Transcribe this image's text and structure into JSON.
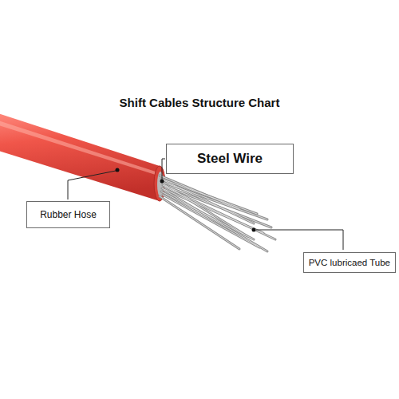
{
  "diagram": {
    "title": "Shift Cables Structure Chart",
    "nodes": [
      {
        "text": [
          "Steel Wire"
        ]
      },
      {
        "text": [
          "Rubber Hose"
        ]
      },
      {
        "text": [
          "PVC lubricaed Tube"
        ]
      }
    ]
  }
}
